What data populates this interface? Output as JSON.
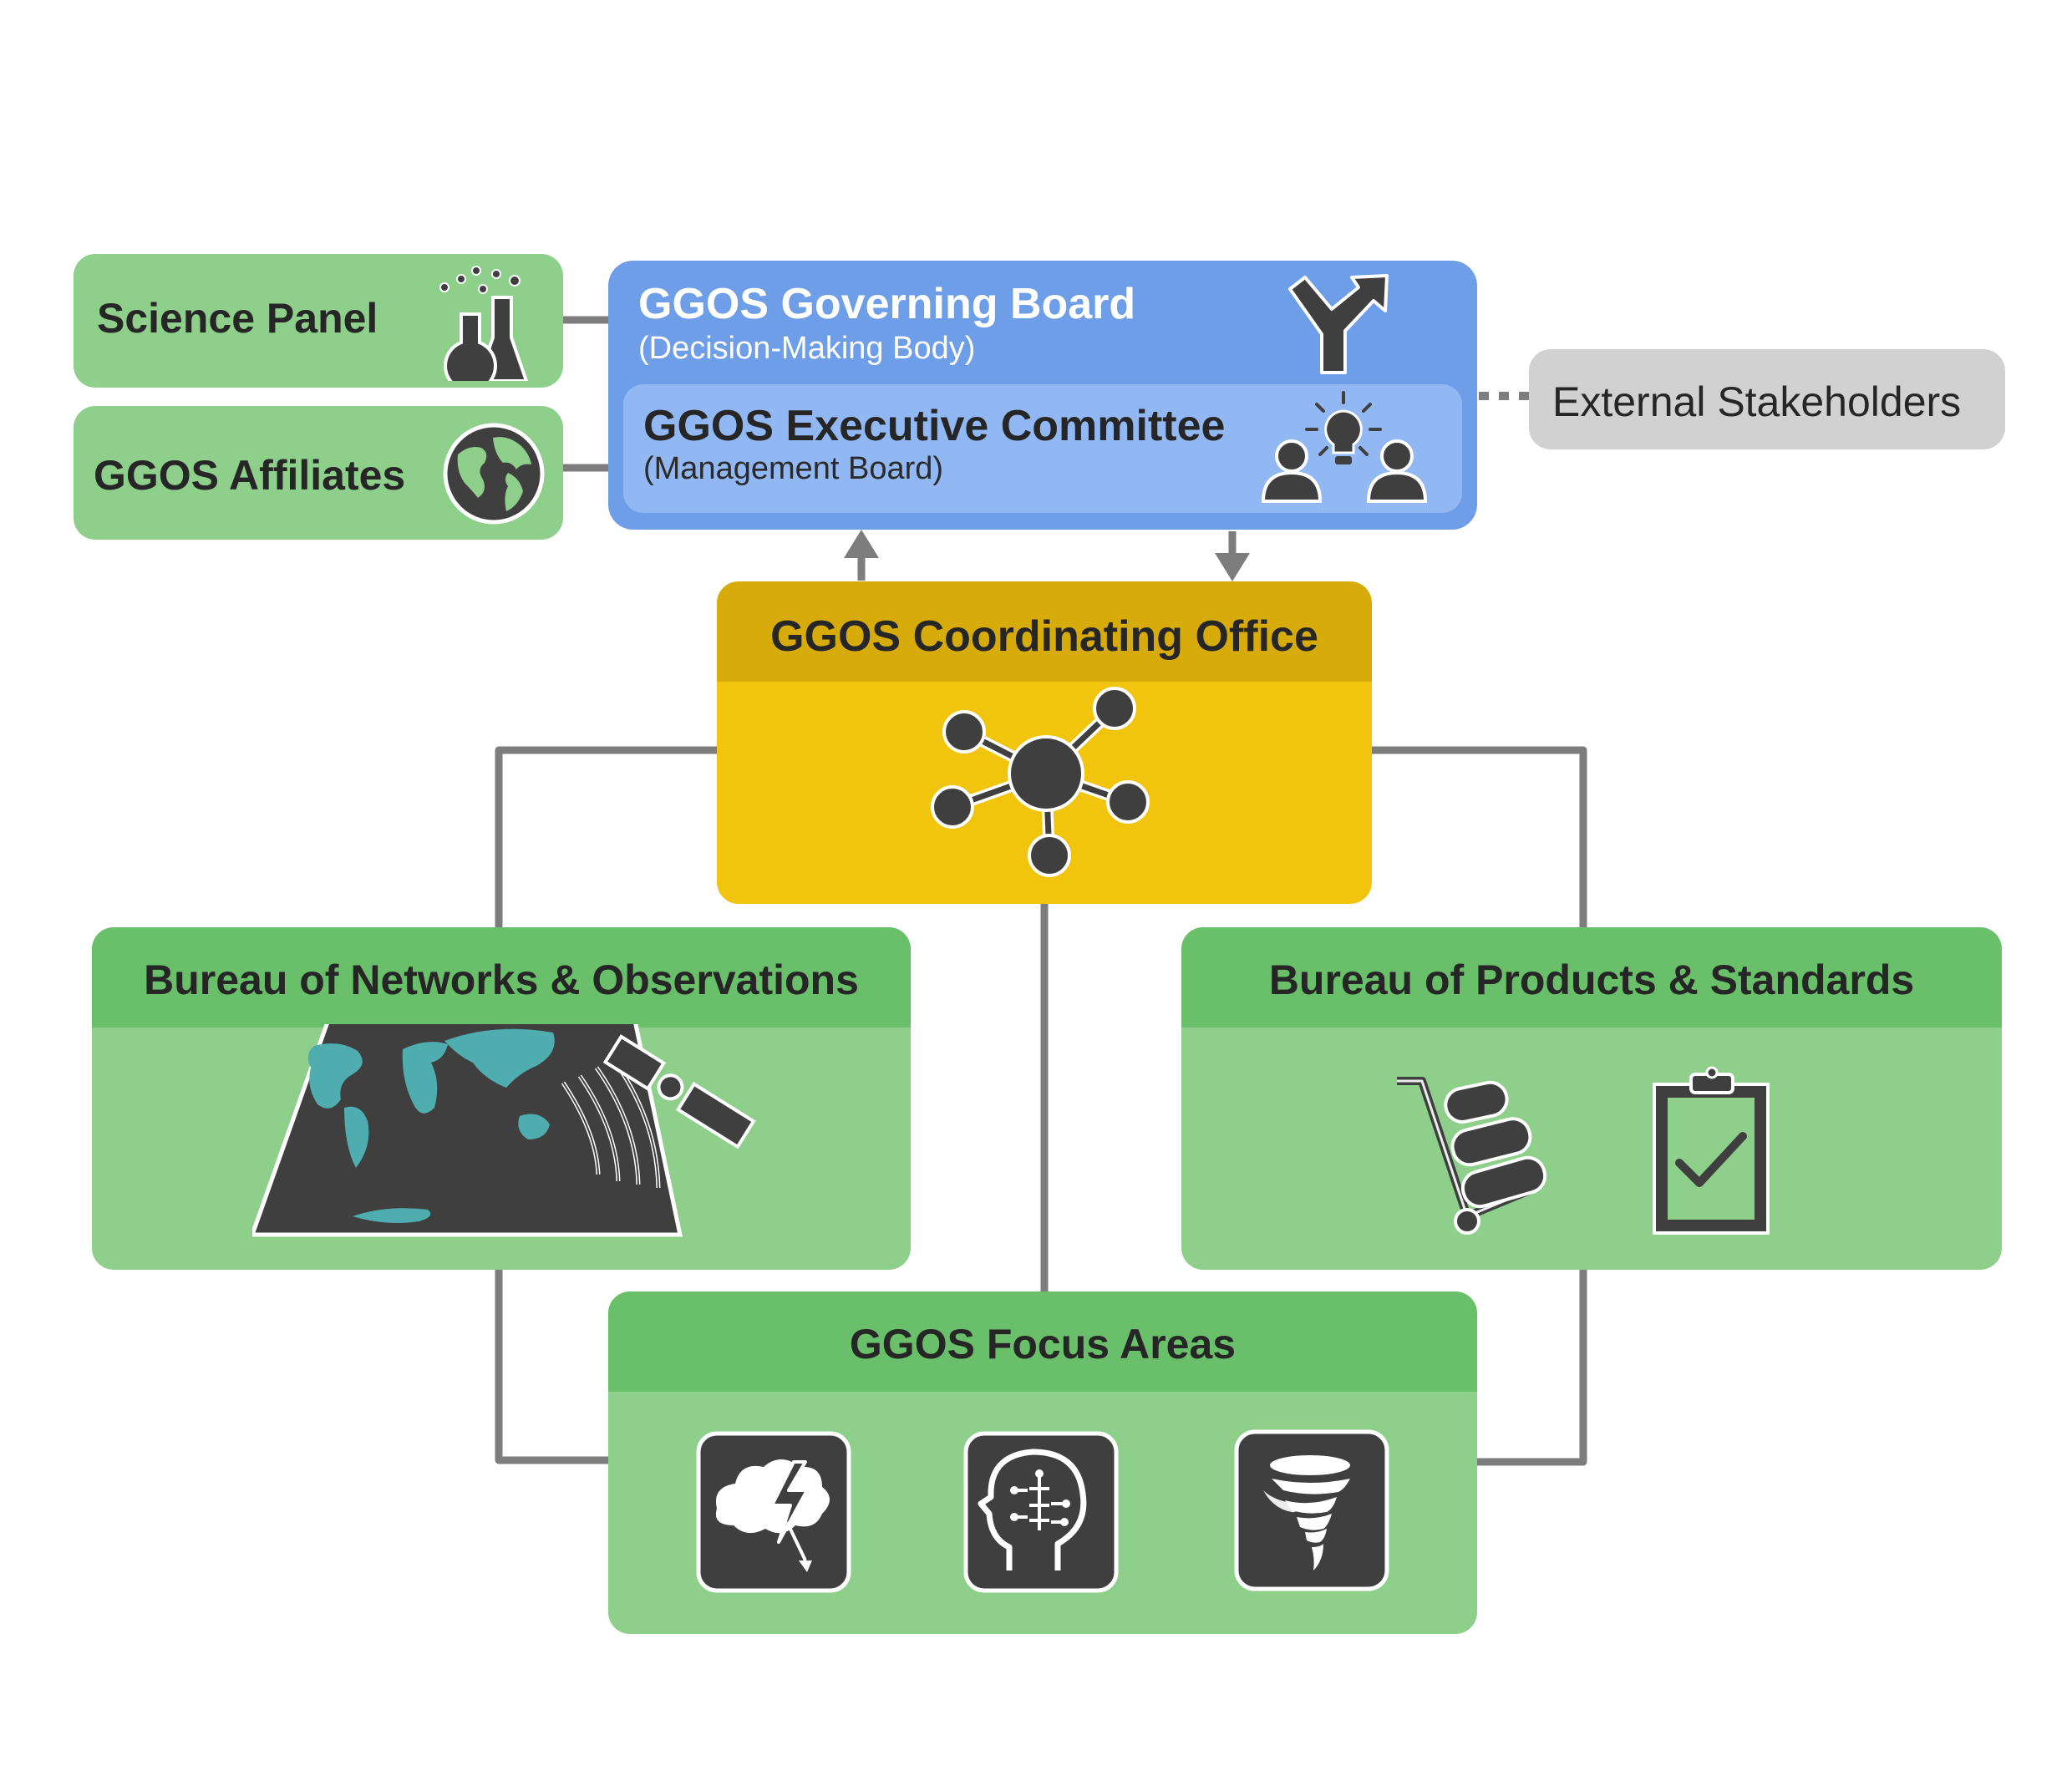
{
  "science_panel": {
    "label": "Science Panel",
    "icon": "flask-icon"
  },
  "affiliates": {
    "label": "GGOS Affiliates",
    "icon": "globe-icon"
  },
  "governing_board": {
    "title": "GGOS Governing Board",
    "subtitle": "(Decision-Making Body)",
    "icon": "decision-arrow-icon"
  },
  "executive_committee": {
    "title": "GGOS Executive Committee",
    "subtitle": "(Management Board)",
    "icon": "team-idea-icon"
  },
  "external": {
    "label": "External Stakeholders"
  },
  "coordinating_office": {
    "title": "GGOS Coordinating Office",
    "icon": "network-hub-icon"
  },
  "bureau_networks": {
    "title": "Bureau of Networks & Observations",
    "icon": "satellite-map-icon"
  },
  "bureau_products": {
    "title": "Bureau of Products & Standards",
    "icons": [
      "hand-truck-icon",
      "clipboard-check-icon"
    ]
  },
  "focus_areas": {
    "title": "GGOS Focus Areas",
    "icons": [
      "storm-cloud-icon",
      "brain-circuit-icon",
      "tornado-icon"
    ]
  },
  "colors": {
    "green_body": "#8ecf8b",
    "green_header": "#69bf6a",
    "blue_outer": "#6f9ee8",
    "blue_inner": "#92b8f3",
    "yellow_body": "#f1c40e",
    "yellow_header": "#d7ab0a",
    "gray_box": "#d1d1d1",
    "connector": "#7d7d7d"
  }
}
